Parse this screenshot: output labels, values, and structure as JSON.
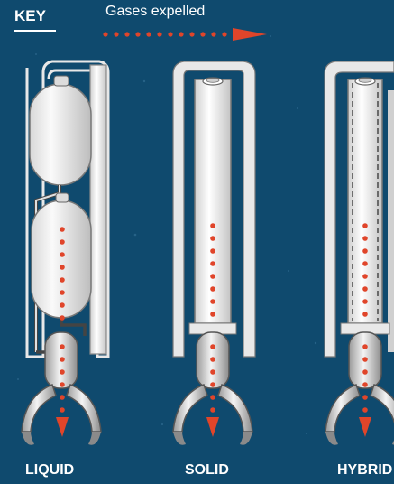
{
  "key": {
    "title": "KEY",
    "gases_label": "Gases expelled"
  },
  "rockets": [
    {
      "label": "LIQUID"
    },
    {
      "label": "SOLID"
    },
    {
      "label": "HYBRID"
    }
  ],
  "colors": {
    "background": "#0f4a6e",
    "flow_dots": "#e0452a",
    "tank_white": "#f2f2f2"
  }
}
